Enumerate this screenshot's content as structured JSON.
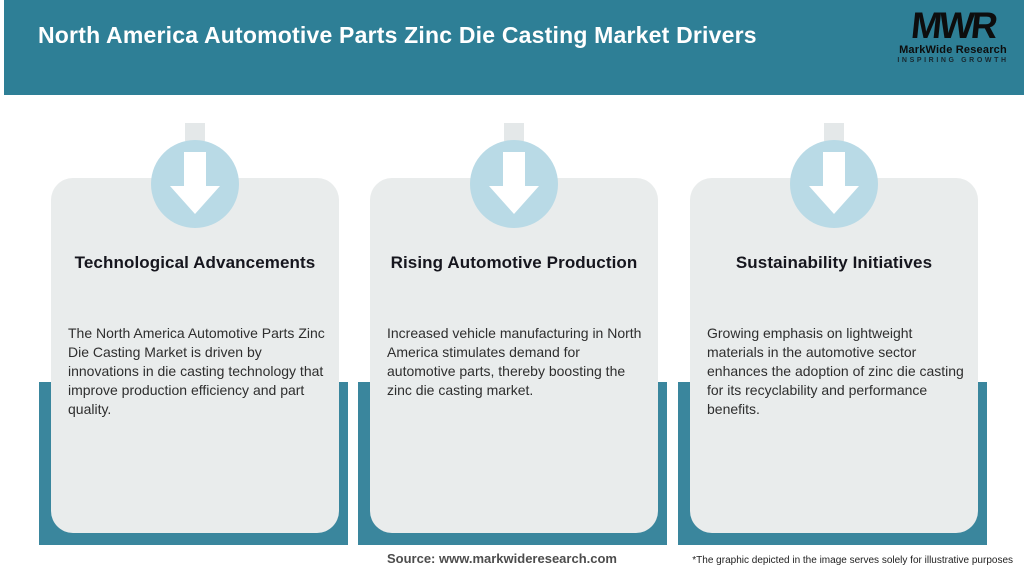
{
  "header": {
    "title": "North America Automotive Parts Zinc Die Casting Market Drivers",
    "logo": {
      "monogram": "MWR",
      "name": "MarkWide Research",
      "tagline": "INSPIRING GROWTH"
    }
  },
  "cards": {
    "items": [
      {
        "icon": "down-arrow-icon",
        "title": "Technological Advancements",
        "description": "The North America Automotive Parts Zinc Die Casting Market is driven by innovations in die casting technology that improve production efficiency and part quality."
      },
      {
        "icon": "down-arrow-icon",
        "title": "Rising Automotive Production",
        "description": "Increased vehicle manufacturing in North America stimulates demand for automotive parts, thereby boosting the zinc die casting market."
      },
      {
        "icon": "down-arrow-icon",
        "title": "Sustainability Initiatives",
        "description": "Growing emphasis on lightweight materials in the automotive sector enhances the adoption of zinc die casting for its recyclability and performance benefits."
      }
    ]
  },
  "footer": {
    "source": "Source: www.markwideresearch.com",
    "disclaimer": "*The graphic depicted in the image serves solely for illustrative purposes"
  },
  "colors": {
    "header_teal": "#2e7f96",
    "backing_teal": "#3a869d",
    "card_gray": "#e9ecec",
    "circle_blue": "#b9dae6",
    "title_text": "#16161e",
    "body_text": "#2e2e2e"
  }
}
